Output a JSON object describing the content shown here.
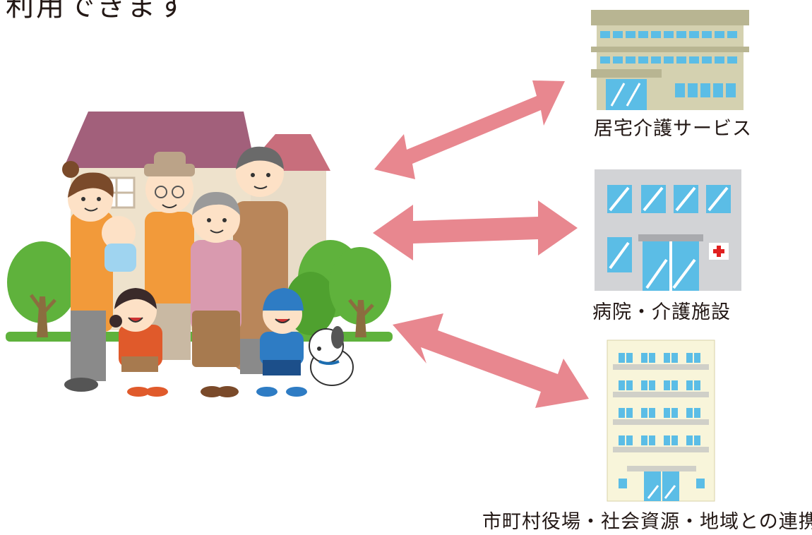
{
  "header": {
    "partial_title": "利用できます"
  },
  "destinations": {
    "home_care": {
      "label": "居宅介護サービス",
      "icon": "office-building-icon"
    },
    "hospital": {
      "label": "病院・介護施設",
      "icon": "hospital-icon"
    },
    "municipal": {
      "label": "市町村役場・社会資源・地域との連携",
      "icon": "apartment-building-icon"
    }
  },
  "colors": {
    "arrow": "#e8878f",
    "roof": "#a2607b",
    "tree": "#5fb23c",
    "building_window": "#5bbde6"
  }
}
